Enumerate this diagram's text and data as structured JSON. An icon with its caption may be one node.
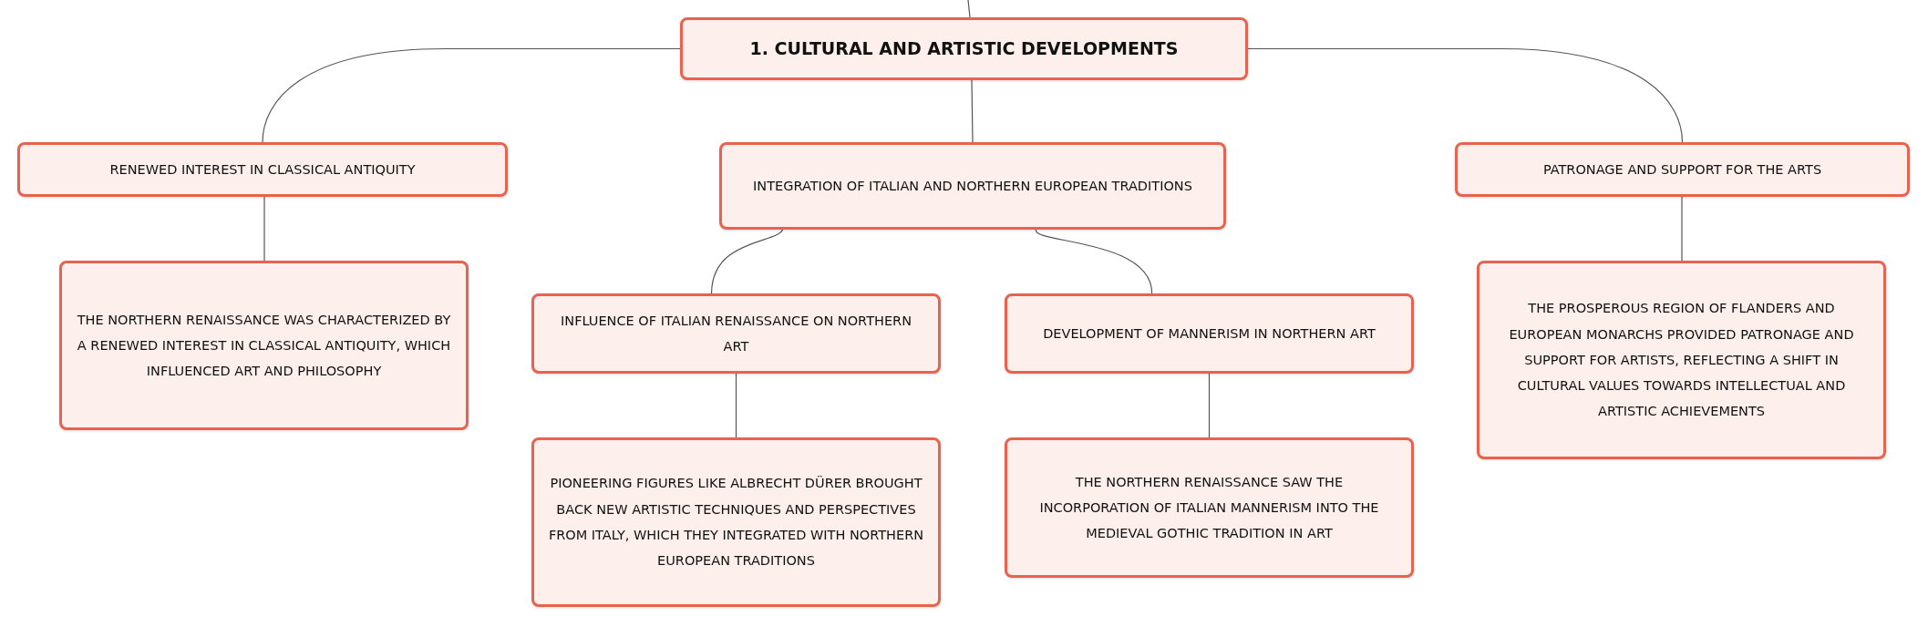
{
  "diagram": {
    "nodes": [
      {
        "text": [
          "1. CULTURAL AND ARTISTIC DEVELOPMENTS"
        ]
      },
      {
        "text": [
          "RENEWED INTEREST IN CLASSICAL ANTIQUITY"
        ]
      },
      {
        "text": [
          "INTEGRATION OF ITALIAN AND NORTHERN EUROPEAN TRADITIONS"
        ]
      },
      {
        "text": [
          "PATRONAGE AND SUPPORT FOR THE ARTS"
        ]
      },
      {
        "text": [
          "THE NORTHERN RENAISSANCE WAS CHARACTERIZED BY A RENEWED INTEREST IN CLASSICAL ANTIQUITY, WHICH INFLUENCED ART AND PHILOSOPHY"
        ]
      },
      {
        "text": [
          "INFLUENCE OF ITALIAN RENAISSANCE ON NORTHERN ART"
        ]
      },
      {
        "text": [
          "DEVELOPMENT OF MANNERISM IN NORTHERN ART"
        ]
      },
      {
        "text": [
          "THE PROSPEROUS REGION OF FLANDERS AND EUROPEAN MONARCHS PROVIDED PATRONAGE AND SUPPORT FOR ARTISTS, REFLECTING A SHIFT IN CULTURAL VALUES TOWARDS INTELLECTUAL AND ARTISTIC ACHIEVEMENTS"
        ]
      },
      {
        "text": [
          "PIONEERING FIGURES LIKE ALBRECHT DÜRER BROUGHT BACK NEW ARTISTIC TECHNIQUES AND PERSPECTIVES FROM ITALY, WHICH THEY INTEGRATED WITH NORTHERN EUROPEAN TRADITIONS"
        ]
      },
      {
        "text": [
          "THE NORTHERN RENAISSANCE SAW THE INCORPORATION OF ITALIAN MANNERISM INTO THE MEDIEVAL GOTHIC TRADITION IN ART"
        ]
      }
    ],
    "edges": [
      {
        "from": null,
        "to": 0,
        "arrow": "none"
      },
      {
        "from": 0,
        "to": 1,
        "arrow": "none"
      },
      {
        "from": 0,
        "to": 2,
        "arrow": "none"
      },
      {
        "from": 0,
        "to": 3,
        "arrow": "none"
      },
      {
        "from": 1,
        "to": 4,
        "arrow": "none"
      },
      {
        "from": 2,
        "to": 5,
        "arrow": "none"
      },
      {
        "from": 2,
        "to": 6,
        "arrow": "none"
      },
      {
        "from": 3,
        "to": 7,
        "arrow": "none"
      },
      {
        "from": 5,
        "to": 8,
        "arrow": "none"
      },
      {
        "from": 6,
        "to": 9,
        "arrow": "none"
      }
    ]
  }
}
